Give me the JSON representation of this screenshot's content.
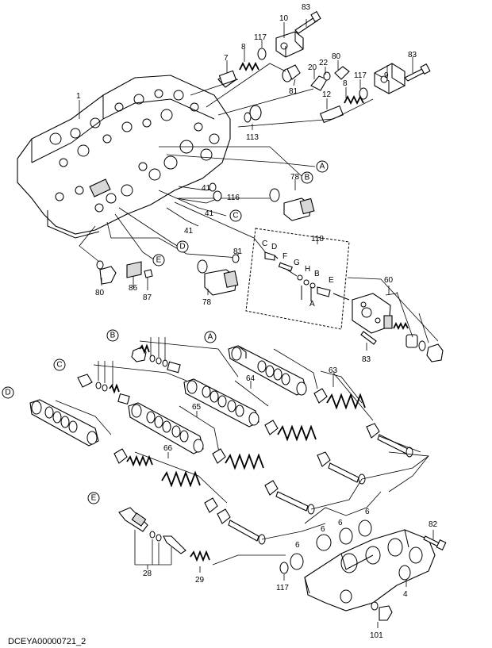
{
  "callouts": {
    "c1": "1",
    "c4": "4",
    "c6a": "6",
    "c6b": "6",
    "c6c": "6",
    "c6d": "6",
    "c7": "7",
    "c8a": "8",
    "c8b": "8",
    "c9": "9",
    "c10": "10",
    "c12": "12",
    "c20": "20",
    "c22": "22",
    "c28": "28",
    "c29": "29",
    "c41a": "41",
    "c41b": "41",
    "c41c": "41",
    "c60": "60",
    "c63": "63",
    "c64": "64",
    "c65": "65",
    "c66": "66",
    "c78a": "78",
    "c78b": "78",
    "c80a": "80",
    "c80b": "80",
    "c81a": "81",
    "c81b": "81",
    "c82": "82",
    "c83a": "83",
    "c83b": "83",
    "c83c": "83",
    "c86": "86",
    "c87": "87",
    "c101": "101",
    "c113": "113",
    "c116": "116",
    "c117a": "117",
    "c117b": "117",
    "c117c": "117",
    "c118": "118"
  },
  "reference_marks": {
    "a_top": "A",
    "b_top": "B",
    "c_top": "C",
    "d_top": "D",
    "e_top": "E",
    "a_spool": "A",
    "b_spool": "B",
    "c_spool": "C",
    "d_spool": "D",
    "e_spool": "E",
    "a_kit": "A",
    "b_kit": "B",
    "c_kit": "C",
    "d_kit": "D",
    "e_kit": "E",
    "f_kit": "F",
    "g_kit": "G",
    "h_kit": "H"
  },
  "drawing_code": "DCEYA00000721_2"
}
